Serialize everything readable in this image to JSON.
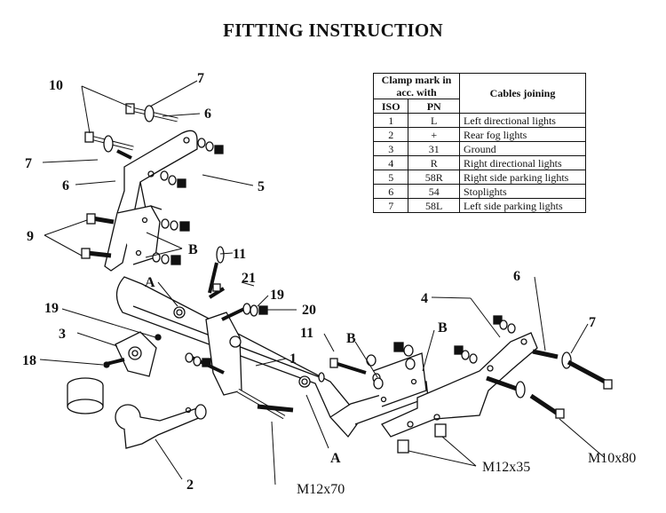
{
  "title": "FITTING INSTRUCTION",
  "legend": {
    "header_clamp": "Clamp mark in acc. with",
    "header_cables": "Cables joining",
    "col_iso": "ISO",
    "col_pn": "PN",
    "rows": [
      {
        "iso": "1",
        "pn": "L",
        "cable": "Left directional lights"
      },
      {
        "iso": "2",
        "pn": "+",
        "cable": "Rear fog lights"
      },
      {
        "iso": "3",
        "pn": "31",
        "cable": "Ground"
      },
      {
        "iso": "4",
        "pn": "R",
        "cable": "Right directional lights"
      },
      {
        "iso": "5",
        "pn": "58R",
        "cable": "Right side parking lights"
      },
      {
        "iso": "6",
        "pn": "54",
        "cable": "Stoplights"
      },
      {
        "iso": "7",
        "pn": "58L",
        "cable": "Left side parking lights"
      }
    ]
  },
  "callouts": {
    "n10": "10",
    "n7a": "7",
    "n6a": "6",
    "n7b": "7",
    "n6b": "6",
    "n5": "5",
    "n9": "9",
    "nB1": "B",
    "n11a": "11",
    "n21": "21",
    "nA1": "A",
    "n19a": "19",
    "n20": "20",
    "n19b": "19",
    "n3": "3",
    "n18": "18",
    "n1": "1",
    "n11b": "11",
    "nB2": "B",
    "nB3": "B",
    "n4": "4",
    "n6c": "6",
    "n7c": "7",
    "nA2": "A",
    "n2": "2"
  },
  "sizes": {
    "m12x70": "M12x70",
    "m12x35": "M12x35",
    "m10x80": "M10x80"
  }
}
